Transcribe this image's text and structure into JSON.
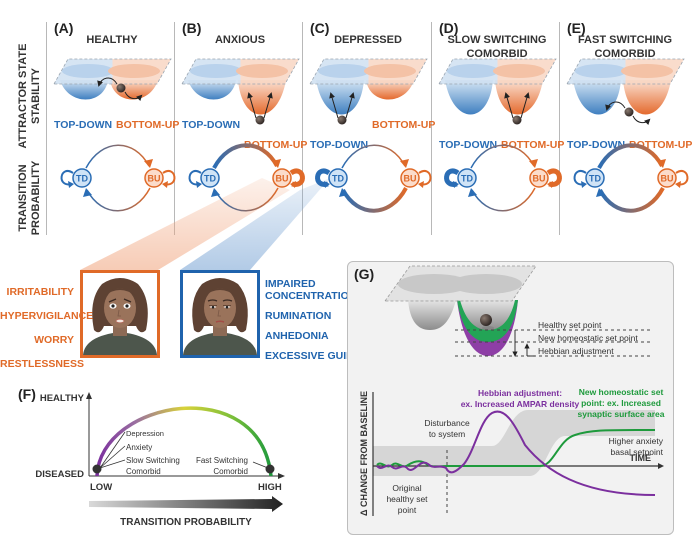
{
  "colors": {
    "top_down": "#2a6db5",
    "bottom_up": "#e06a28",
    "hebbian": "#7b2f9e",
    "homeostatic": "#1e9a3c",
    "gray_band": "#d6d6d6",
    "panel_g_bg": "#f2f2f2"
  },
  "row_labels": {
    "stability": [
      "ATTRACTOR STATE",
      "STABILITY"
    ],
    "transition": [
      "TRANSITION",
      "PROBABILITY"
    ]
  },
  "panels": [
    {
      "letter": "(A)",
      "title": [
        "HEALTHY"
      ],
      "td_label": "TOP-DOWN",
      "bu_label": "BOTTOM-UP",
      "td_node": "TD",
      "bu_node": "BU"
    },
    {
      "letter": "(B)",
      "title": [
        "ANXIOUS"
      ],
      "td_label": "TOP-DOWN",
      "bu_label": "BOTTOM-UP",
      "td_node": "TD",
      "bu_node": "BU"
    },
    {
      "letter": "(C)",
      "title": [
        "DEPRESSED"
      ],
      "td_label": "TOP-DOWN",
      "bu_label": "BOTTOM-UP",
      "td_node": "TD",
      "bu_node": "BU"
    },
    {
      "letter": "(D)",
      "title": [
        "SLOW SWITCHING",
        "COMORBID"
      ],
      "td_label": "TOP-DOWN",
      "bu_label": "BOTTOM-UP",
      "td_node": "TD",
      "bu_node": "BU"
    },
    {
      "letter": "(E)",
      "title": [
        "FAST SWITCHING",
        "COMORBID"
      ],
      "td_label": "TOP-DOWN",
      "bu_label": "BOTTOM-UP",
      "td_node": "TD",
      "bu_node": "BU"
    }
  ],
  "symptoms": {
    "anxious": [
      "IRRITABILITY",
      "HYPERVIGILANCE",
      "WORRY",
      "RESTLESSNESS"
    ],
    "depressed": [
      "IMPAIRED",
      "CONCENTRATION",
      "RUMINATION",
      "ANHEDONIA",
      "EXCESSIVE GUILT"
    ]
  },
  "panel_f": {
    "letter": "(F)",
    "y_top": "HEALTHY",
    "y_bottom": "DISEASED",
    "x_low": "LOW",
    "x_high": "HIGH",
    "xlabel": "TRANSITION PROBABILITY",
    "low_labels": [
      "Depression",
      "Anxiety",
      "Slow Switching",
      "Comorbid"
    ],
    "high_labels": [
      "Fast Switching",
      "Comorbid"
    ]
  },
  "panel_g": {
    "letter": "(G)",
    "setpoints": [
      "Healthy set point",
      "New homeostatic set point",
      "Hebbian adjustment"
    ],
    "ylabel": "Δ CHANGE FROM BASELINE",
    "xlabel": "TIME",
    "hebbian_note": [
      "Hebbian adjustment:",
      "ex. Increased AMPAR density"
    ],
    "homeo_note": [
      "New homeostatic set",
      "point: ex. Increased",
      "synaptic surface area"
    ],
    "disturbance": [
      "Disturbance",
      "to system"
    ],
    "original": [
      "Original",
      "healthy set",
      "point"
    ],
    "higher": [
      "Higher anxiety",
      "basal setpoint"
    ]
  }
}
